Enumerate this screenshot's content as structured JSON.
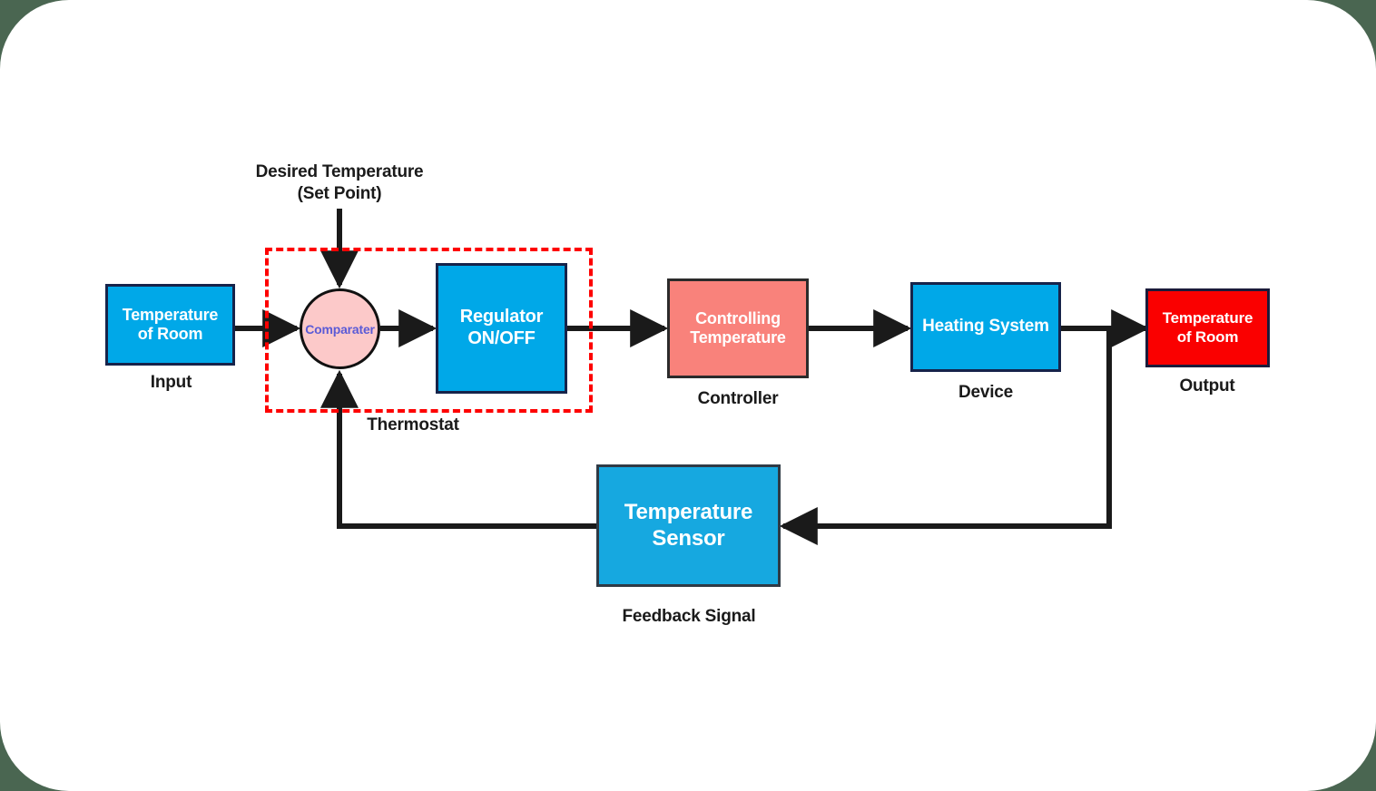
{
  "diagram": {
    "title": "Thermostat closed-loop temperature control block diagram",
    "colors": {
      "page_background": "#4a6651",
      "canvas": "#ffffff",
      "blue_block": "#00a8e8",
      "red_block": "#fa0000",
      "salmon_block": "#f9827b",
      "comparator_fill": "#fcc9c9",
      "comparator_text": "#5b5bd6",
      "dashed_region": "#fe0000",
      "connector": "#1a1a1a",
      "caption_text": "#1a1a1a"
    },
    "set_point_label": "Desired Temperature\n(Set Point)",
    "blocks": {
      "input": {
        "label": "Temperature\nof Room",
        "caption": "Input"
      },
      "comparator": {
        "label": "Comparater"
      },
      "regulator": {
        "label": "Regulator\nON/OFF"
      },
      "thermostat_region": {
        "caption": "Thermostat"
      },
      "controller": {
        "label": "Controlling\nTemperature",
        "caption": "Controller"
      },
      "device": {
        "label": "Heating System",
        "caption": "Device"
      },
      "output": {
        "label": "Temperature\nof Room",
        "caption": "Output"
      },
      "sensor": {
        "label": "Temperature\nSensor",
        "caption": "Feedback Signal"
      }
    }
  }
}
